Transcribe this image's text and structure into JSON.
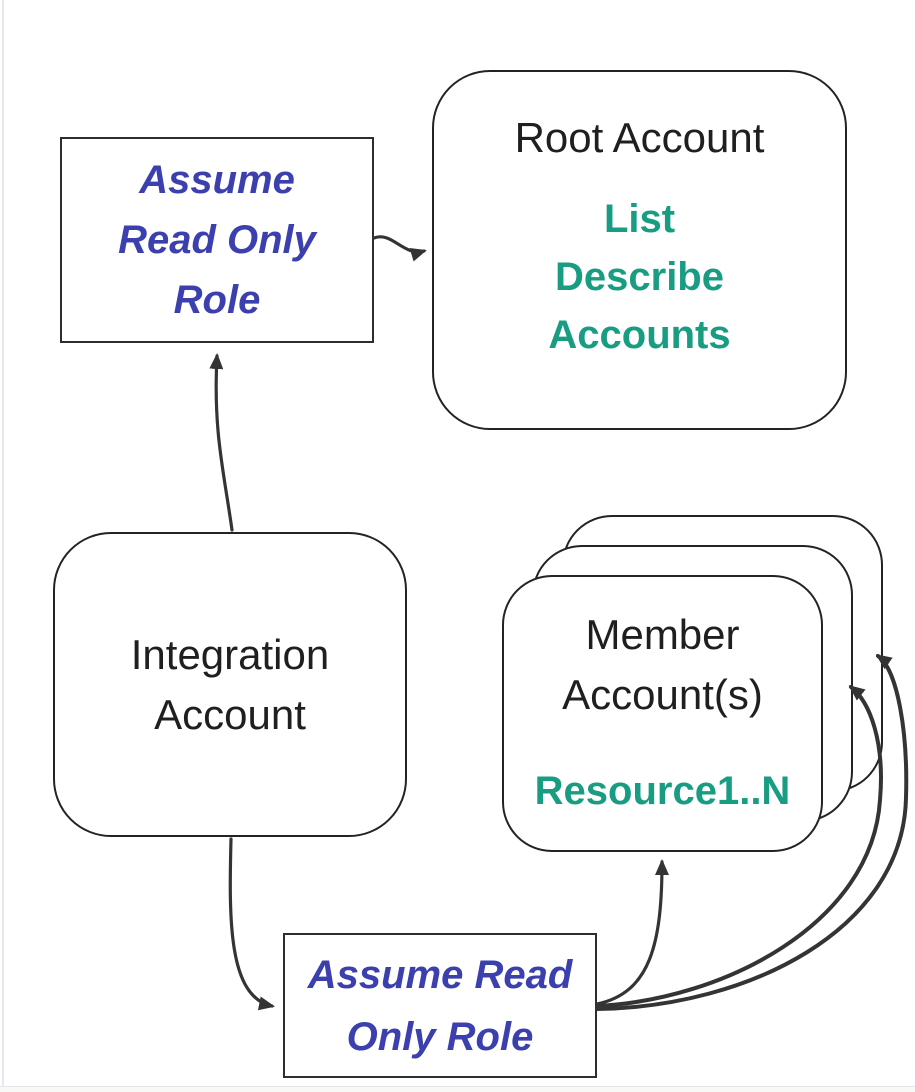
{
  "diagram": {
    "title": "Cross-account read-only role assumption diagram",
    "nodes": {
      "assume_role_top": {
        "type": "process-rectangle",
        "label_lines": [
          "Assume",
          "Read Only",
          "Role"
        ]
      },
      "root_account": {
        "type": "rounded-rectangle",
        "title": "Root Account",
        "detail_lines": [
          "List",
          "Describe",
          "Accounts"
        ]
      },
      "integration_account": {
        "type": "rounded-rectangle",
        "title_lines": [
          "Integration",
          "Account"
        ]
      },
      "member_accounts": {
        "type": "stacked-rounded-rectangle",
        "stack_count": 3,
        "title_lines": [
          "Member",
          "Account(s)"
        ],
        "detail": "Resource1..N"
      },
      "assume_role_bottom": {
        "type": "process-rectangle",
        "label_lines": [
          "Assume Read",
          "Only Role"
        ]
      }
    },
    "edges": [
      {
        "from": "assume_role_top",
        "to": "root_account"
      },
      {
        "from": "integration_account",
        "to": "assume_role_top"
      },
      {
        "from": "integration_account",
        "to": "assume_role_bottom"
      },
      {
        "from": "assume_role_bottom",
        "to": "member_accounts_front"
      },
      {
        "from": "assume_role_bottom",
        "to": "member_accounts_middle"
      },
      {
        "from": "assume_role_bottom",
        "to": "member_accounts_back"
      }
    ],
    "colors": {
      "accent_teal": "#199d82",
      "accent_blue": "#3c40ae",
      "line": "#343434",
      "border": "#232323",
      "background": "#ffffff"
    }
  }
}
